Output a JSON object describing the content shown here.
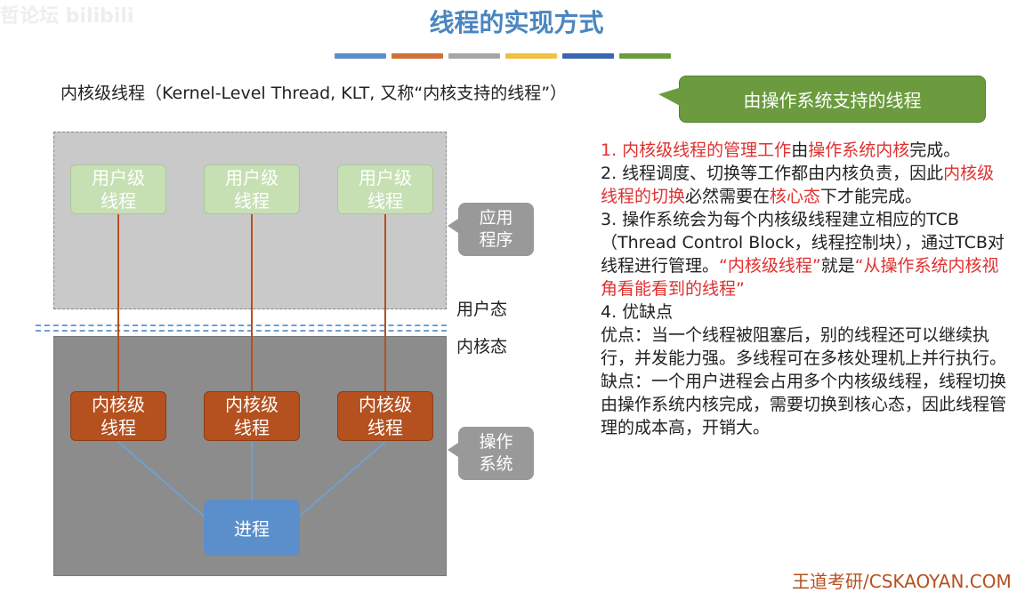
{
  "watermark": "哲论坛 bilibili",
  "title": "线程的实现方式",
  "color_bars": [
    "#5b8fcb",
    "#d0703a",
    "#a6a6a6",
    "#f0c040",
    "#3a66b0",
    "#6b9b3e"
  ],
  "subtitle": "内核级线程（Kernel-Level Thread, KLT, 又称“内核支持的线程”）",
  "callout": "由操作系统支持的线程",
  "diagram": {
    "user_threads": [
      "用户级\n线程",
      "用户级\n线程",
      "用户级\n线程"
    ],
    "kernel_threads": [
      "内核级\n线程",
      "内核级\n线程",
      "内核级\n线程"
    ],
    "process": "进程",
    "app_tag": "应用\n程序",
    "os_tag": "操作\n系统",
    "user_mode": "用户态",
    "kernel_mode": "内核态"
  },
  "points": {
    "p1": [
      "1. ",
      "内核级线程的管理工作",
      "由",
      "操作系统内核",
      "完成。"
    ],
    "p2": [
      "2. 线程调度、切换等工作都由内核负责，因此",
      "内核级线程的切换",
      "必然需要在",
      "核心态",
      "下才能完成。"
    ],
    "p3": [
      "3. 操作系统会为每个内核级线程建立相应的TCB（Thread Control Block，线程控制块），通过TCB对线程进行管理。",
      "“内核级线程”",
      "就是",
      "“从操作系统内核视角看能看到的线程”"
    ],
    "p4": "4. 优缺点",
    "pros": "优点：当一个线程被阻塞后，别的线程还可以继续执行，并发能力强。多线程可在多核处理机上并行执行。",
    "cons": "缺点：一个用户进程会占用多个内核级线程，线程切换由操作系统内核完成，需要切换到核心态，因此线程管理的成本高，开销大。"
  },
  "footer": "王道考研/CSKAOYAN.COM"
}
